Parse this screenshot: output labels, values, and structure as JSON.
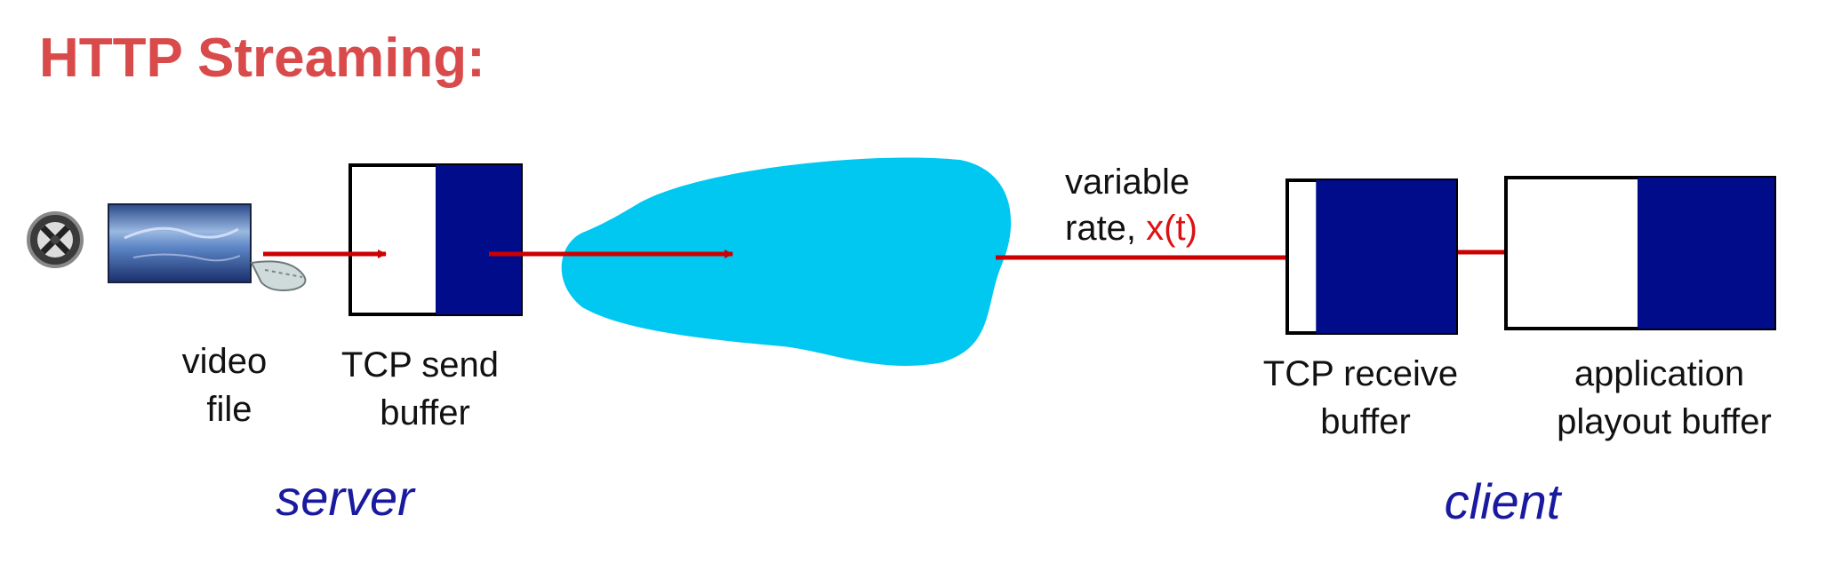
{
  "title": "HTTP Streaming:",
  "labels": {
    "video_file": [
      "video",
      "file"
    ],
    "tcp_send_buffer": [
      "TCP send",
      "buffer"
    ],
    "rate": {
      "line1": "variable",
      "prefix": "rate, ",
      "symbol": "x(t)"
    },
    "tcp_receive_buffer": [
      "TCP receive",
      "buffer"
    ],
    "playout_buffer": [
      "application",
      "playout buffer"
    ],
    "server": "server",
    "client": "client"
  },
  "buffers": {
    "tcp_send_fill": 0.5,
    "tcp_receive_fill": 0.83,
    "playout_fill": 0.51
  },
  "colors": {
    "title": "#d94a4a",
    "arrow": "#cc0000",
    "buffer_fill": "#000c8a",
    "network_cloud": "#00c8f0",
    "rate_symbol": "#dd1111",
    "role_label": "#1a1aa0"
  },
  "icons": [
    "film-reel-icon",
    "video-frame-icon",
    "film-strip-icon",
    "network-cloud-icon"
  ]
}
